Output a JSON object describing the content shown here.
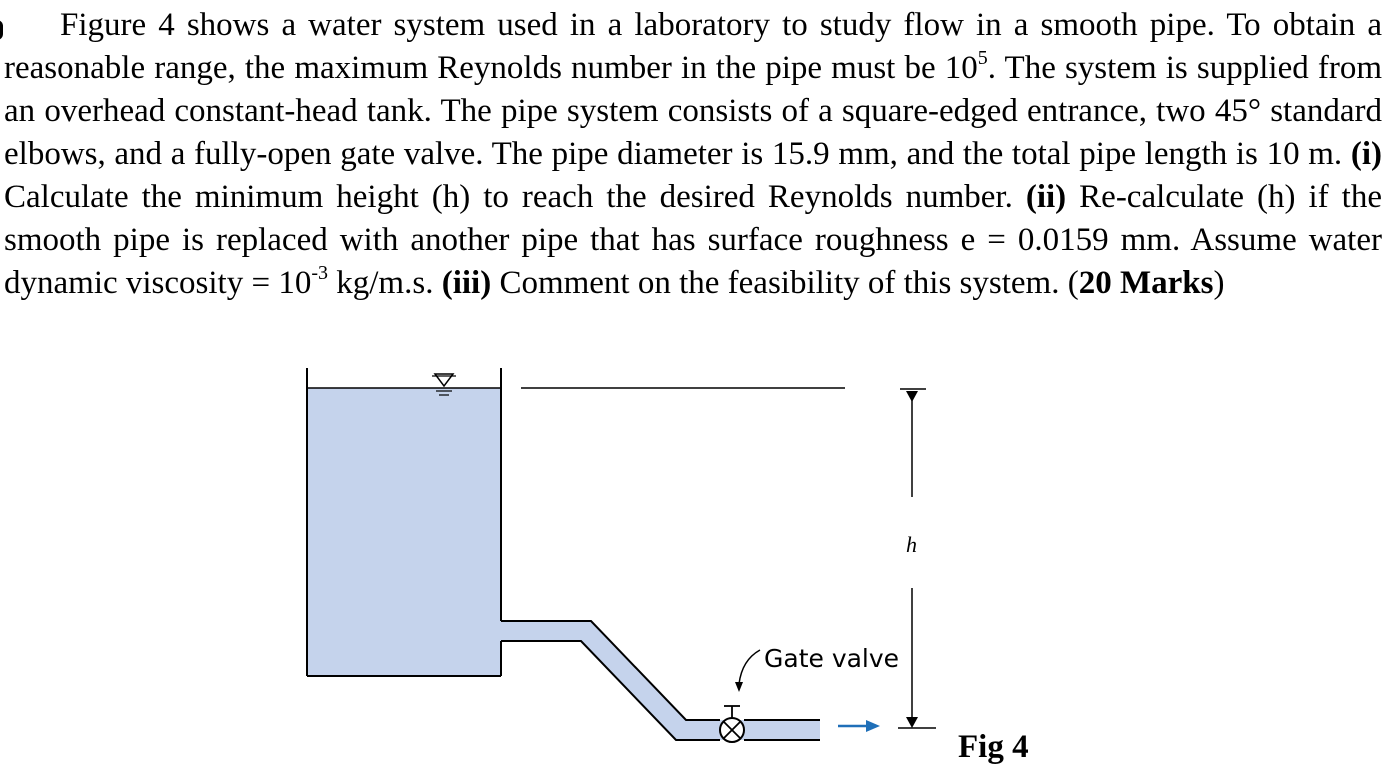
{
  "problem": {
    "t1": "Figure 4 shows a water system used in a laboratory to study flow in a smooth pipe. To obtain a reasonable range, the maximum Reynolds number in the pipe must be 10",
    "sup1": "5",
    "t2": ". The system is supplied from an overhead constant-head tank. The pipe system consists of a square-edged entrance, two 45° standard elbows, and a fully-open gate valve. The pipe diameter is 15.9 mm, and the total pipe length is 10 m. ",
    "p1_label": "(i)",
    "t3": " Calculate the minimum height (h) to reach the desired Reynolds number. ",
    "p2_label": "(ii)",
    "t4": " Re-calculate (h) if the smooth pipe is replaced with another pipe that has surface roughness e = 0.0159 mm. Assume water dynamic viscosity = 10",
    "sup2": "-3",
    "t5": " kg/m.s. ",
    "p3_label": "(iii)",
    "t6": " Comment on the feasibility of this system. (",
    "marks": "20 Marks",
    "t7": ")"
  },
  "figure": {
    "height_label": "h",
    "valve_label": "Gate valve",
    "caption": "Fig 4",
    "colors": {
      "water": "#c5d3ec",
      "line": "#000000",
      "arrow": "#1f6fb8"
    }
  }
}
